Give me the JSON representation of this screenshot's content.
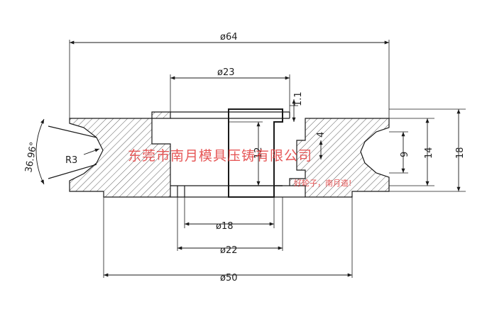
{
  "dimensions": {
    "outer_diameter": "ø64",
    "bore_diameter": "ø23",
    "hub_inner": "ø18",
    "hub_outer": "ø22",
    "flange_diameter": "ø50",
    "groove_angle": "36.96°",
    "groove_radius": "R3",
    "lip_thickness": "1.1",
    "rim_gap": "4",
    "groove_width": "9",
    "inner_width": "14",
    "total_width": "18",
    "bearing_width": "12"
  },
  "watermark": {
    "company": "东莞市南月模具压铸有限公司",
    "slogan": "好轮子，南月造!"
  },
  "colors": {
    "line": "#1a1a1a",
    "hatch": "#333333",
    "watermark": "#e23a3a"
  }
}
